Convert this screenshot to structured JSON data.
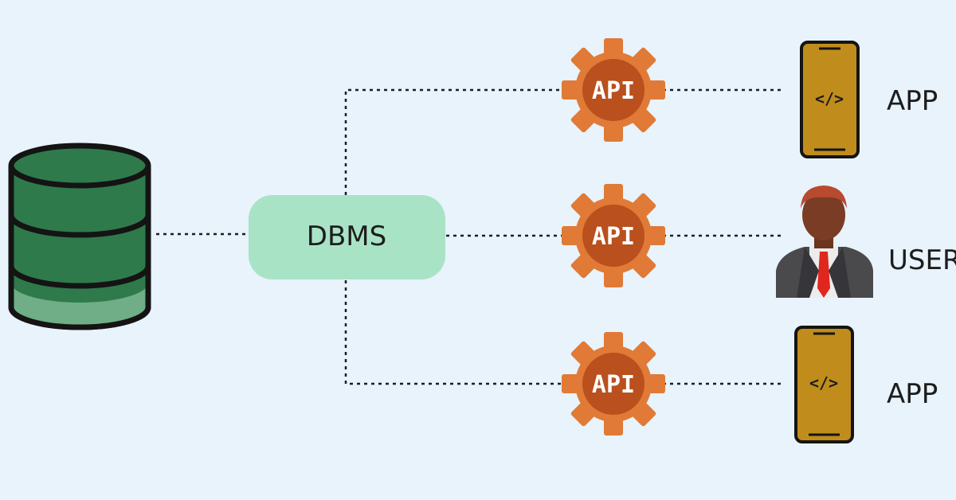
{
  "dbms": {
    "label": "DBMS"
  },
  "api": {
    "label": "API"
  },
  "clients": [
    {
      "label": "APP",
      "icon": "phone-code-icon"
    },
    {
      "label": "USER",
      "icon": "user-avatar-icon"
    },
    {
      "label": "APP",
      "icon": "phone-code-icon"
    }
  ],
  "phone": {
    "code_glyph": "</>"
  },
  "colors": {
    "background": "#e8f3fb",
    "database": "#2f7a4b",
    "dbms_box": "#a9e3c6",
    "gear": "#e07a36",
    "gear_inner": "#b9501d",
    "phone": "#c08d1c",
    "connector": "#1d1d1d"
  }
}
